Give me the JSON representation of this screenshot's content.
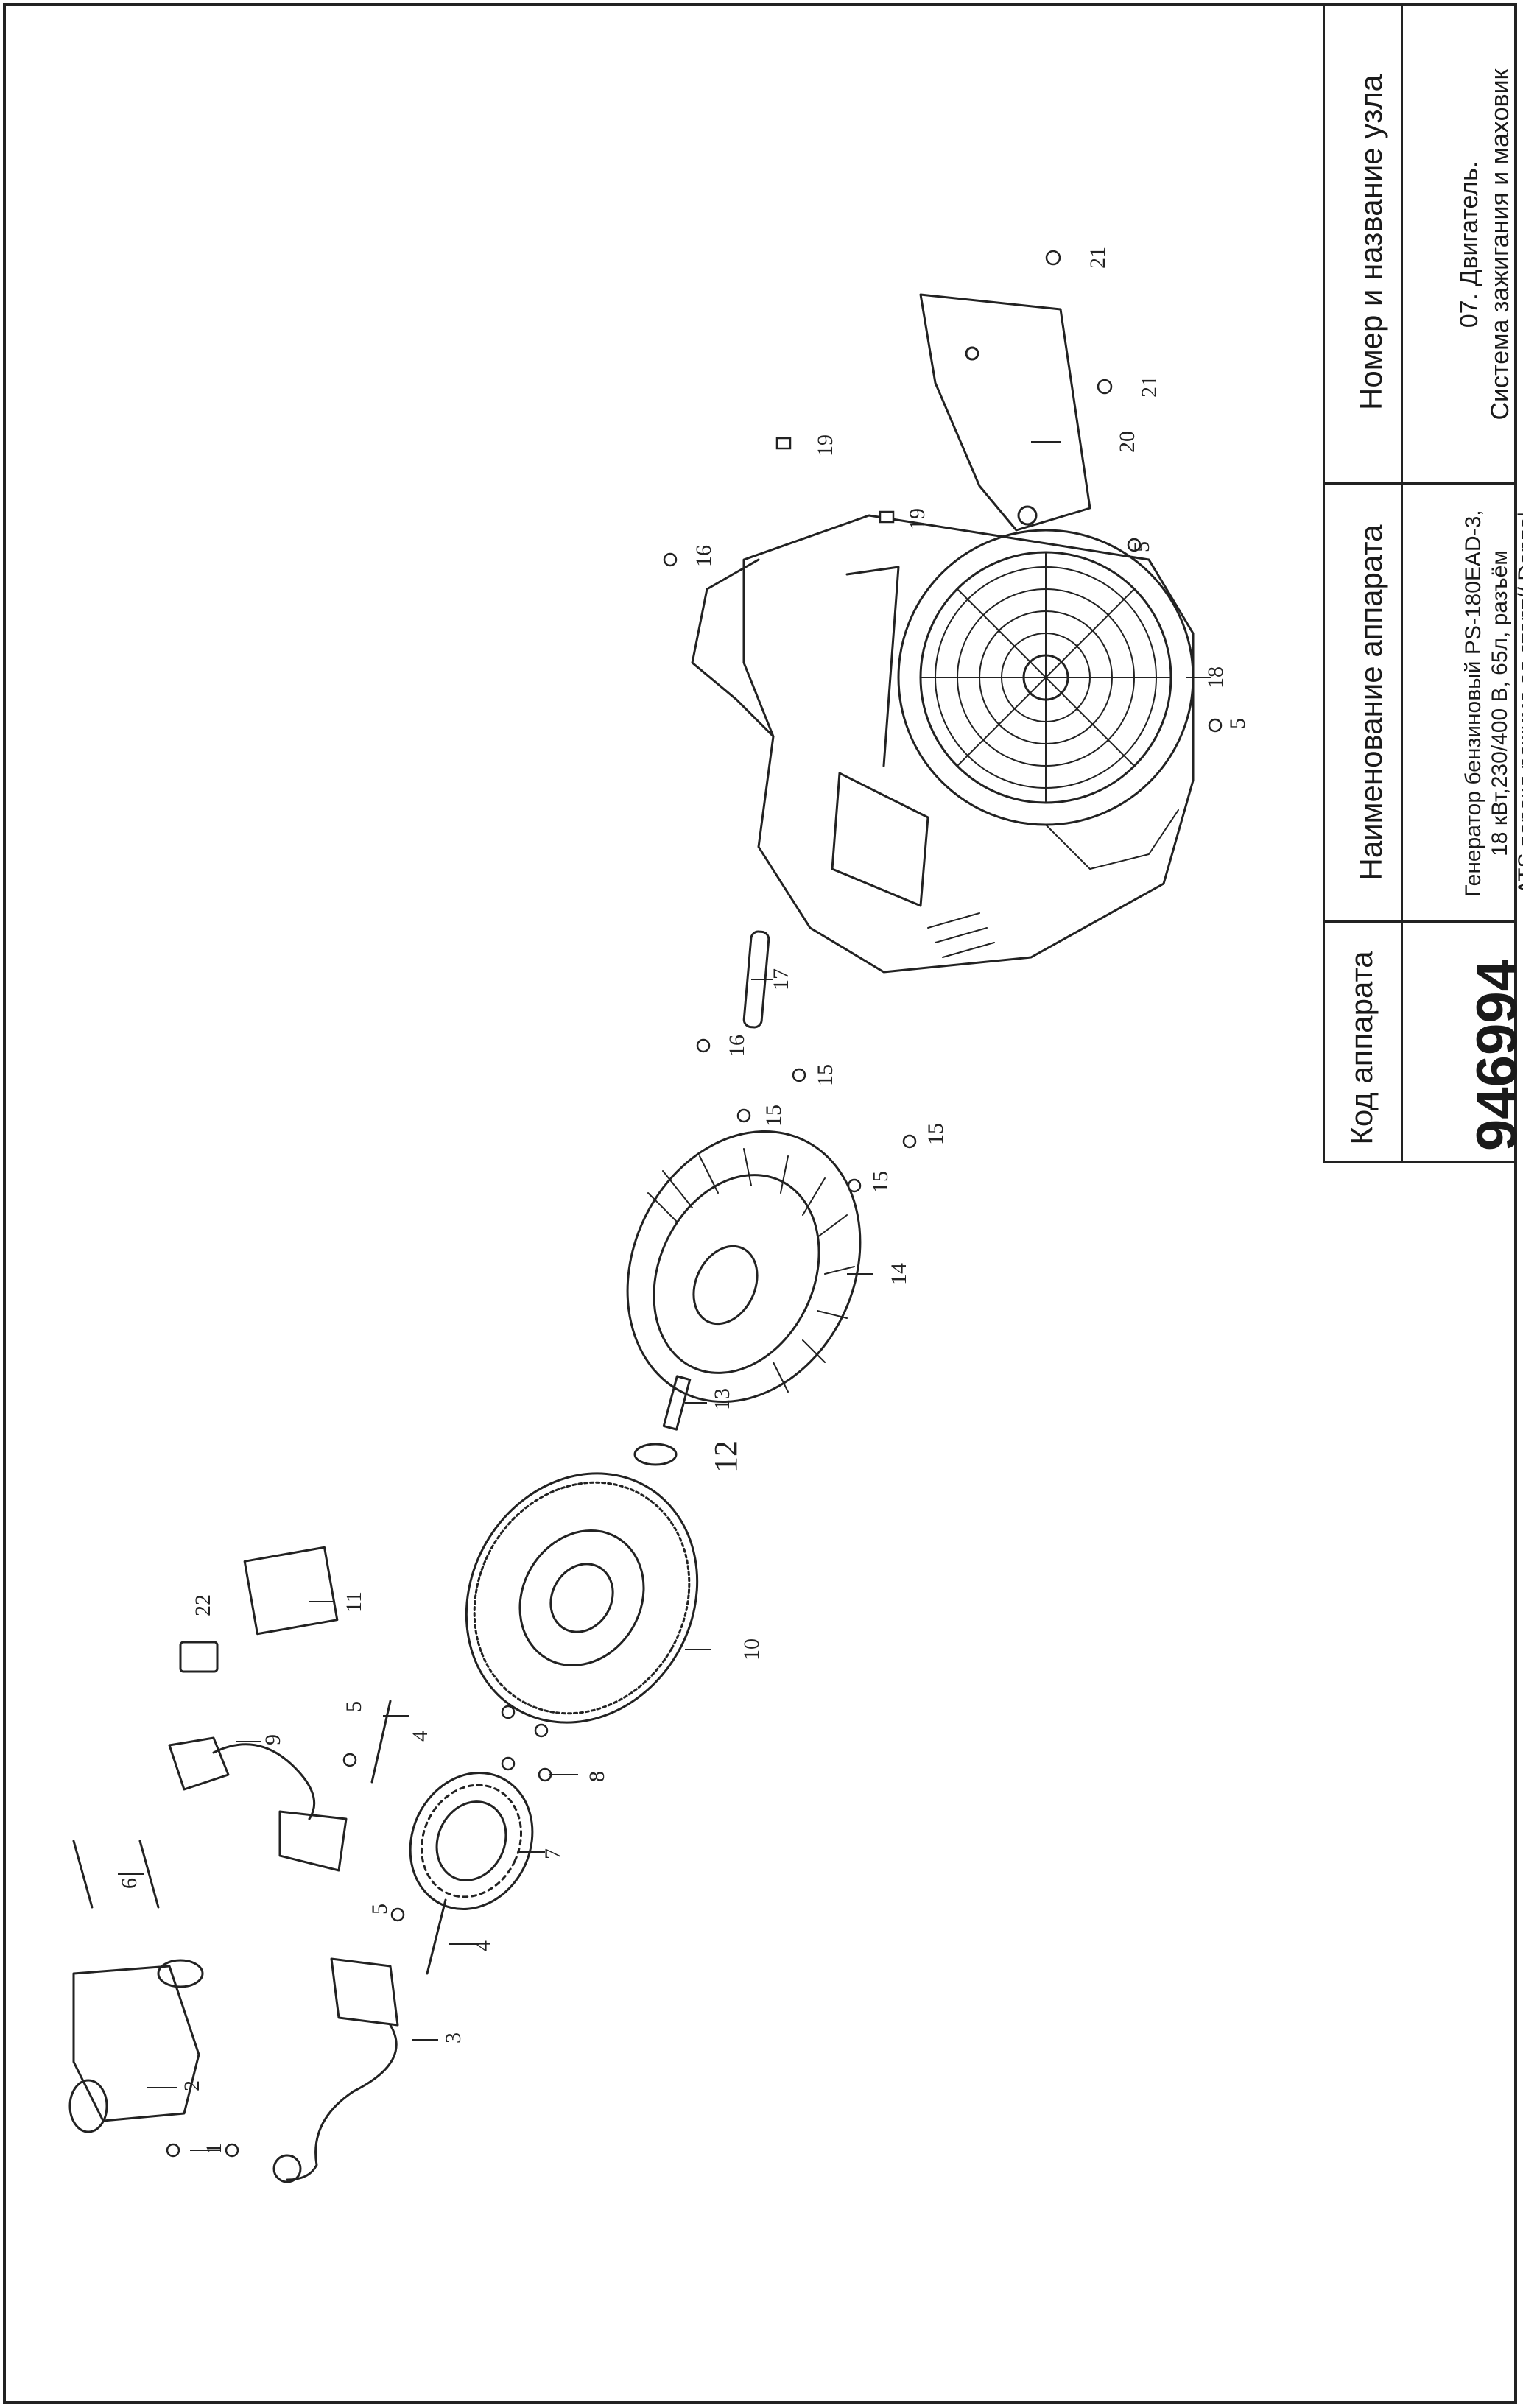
{
  "title_block": {
    "code_header": "Код аппарата",
    "code_value": "946994",
    "name_header": "Наименование аппарата",
    "name_lines": [
      "Генератор бензиновый PS-180EAD-3,",
      "18 кВт,230/400 В, 65л, разъём",
      "ATS,перекл.режима,эл.старт// Denzel"
    ],
    "node_header": "Номер и название узла",
    "node_lines": [
      "07. Двигатель.",
      "Система зажигания и маховик"
    ]
  },
  "callouts": [
    "1",
    "2",
    "3",
    "4",
    "5",
    "6",
    "7",
    "8",
    "9",
    "10",
    "11",
    "12",
    "13",
    "14",
    "15",
    "16",
    "17",
    "18",
    "19",
    "20",
    "21",
    "22"
  ],
  "colors": {
    "line": "#222222",
    "background": "#ffffff"
  }
}
